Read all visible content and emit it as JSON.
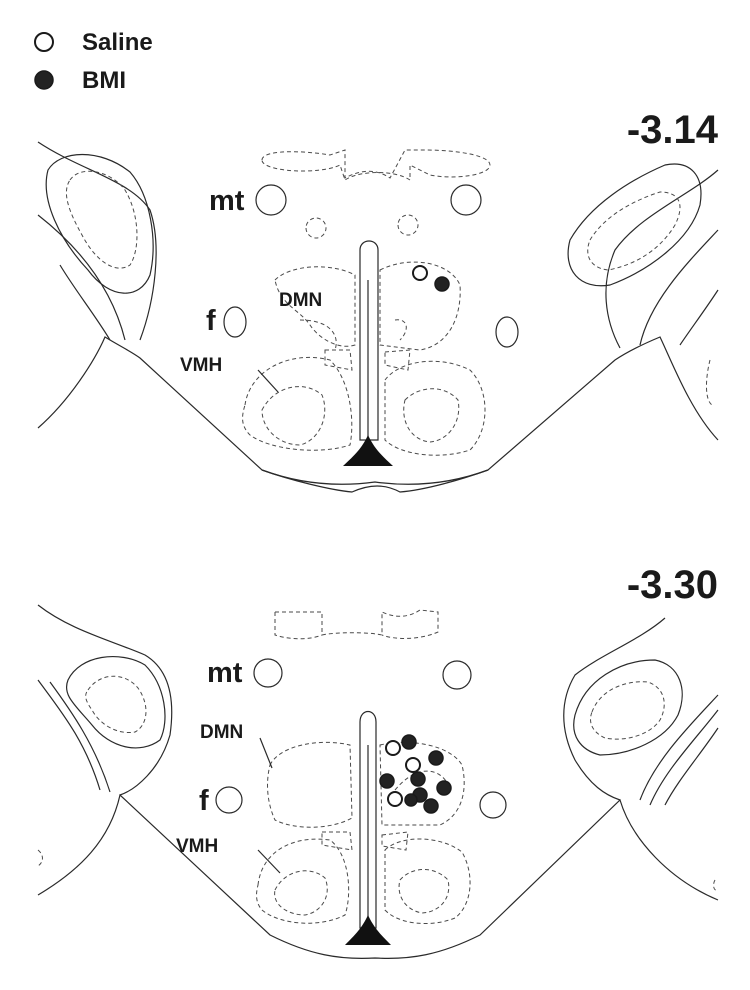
{
  "legend": {
    "items": [
      {
        "label": "Saline",
        "marker": "open-circle"
      },
      {
        "label": "BMI",
        "marker": "filled-circle"
      }
    ]
  },
  "sections": [
    {
      "coordinate": "-3.14",
      "labels": {
        "mt": "mt",
        "f": "f",
        "dmn": "DMN",
        "vmh": "VMH"
      },
      "injection_sites": {
        "saline": 1,
        "bmi": 1
      }
    },
    {
      "coordinate": "-3.30",
      "labels": {
        "mt": "mt",
        "f": "f",
        "dmn": "DMN",
        "vmh": "VMH"
      },
      "injection_sites": {
        "saline": 3,
        "bmi": 8
      }
    }
  ],
  "colors": {
    "ink": "#1a1a1a",
    "background": "#ffffff"
  }
}
